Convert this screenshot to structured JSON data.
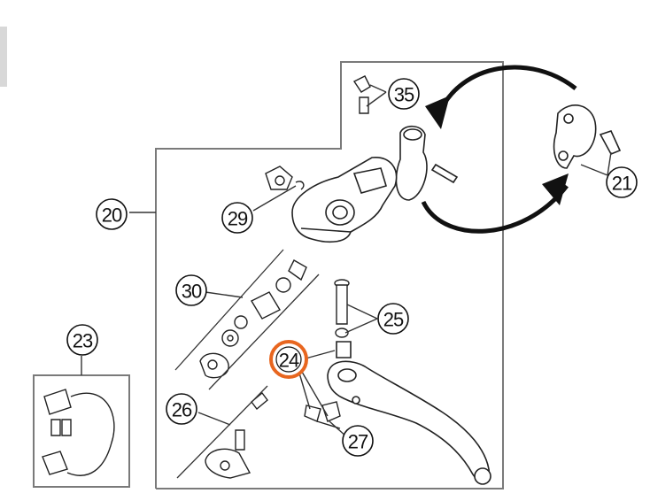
{
  "diagram": {
    "part_labels": {
      "p20": "20",
      "p21": "21",
      "p23": "23",
      "p24": "24",
      "p25": "25",
      "p26": "26",
      "p27": "27",
      "p29": "29",
      "p30": "30",
      "p35": "35"
    },
    "highlight_color": "#e8661f",
    "line_color": "#333333"
  }
}
